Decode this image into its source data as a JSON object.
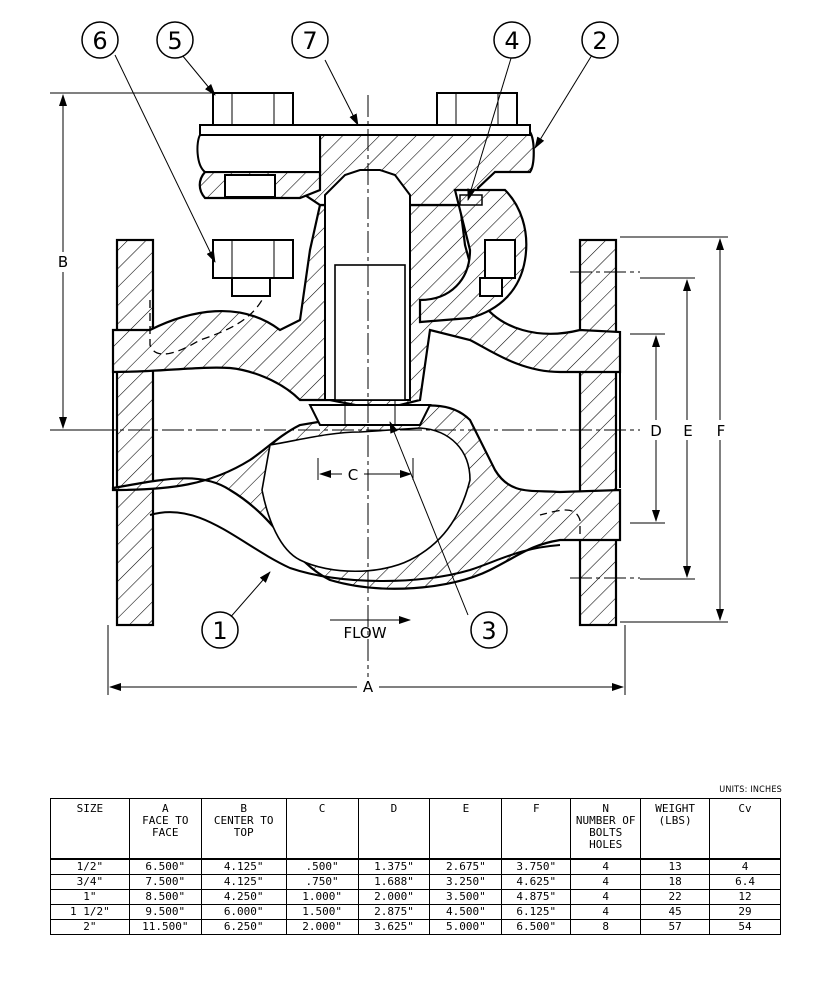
{
  "diagram": {
    "balloons": [
      {
        "id": "balloon-1",
        "label": "1"
      },
      {
        "id": "balloon-2",
        "label": "2"
      },
      {
        "id": "balloon-3",
        "label": "3"
      },
      {
        "id": "balloon-4",
        "label": "4"
      },
      {
        "id": "balloon-5",
        "label": "5"
      },
      {
        "id": "balloon-6",
        "label": "6"
      },
      {
        "id": "balloon-7",
        "label": "7"
      }
    ],
    "dimensions": {
      "A": "A",
      "B": "B",
      "C": "C",
      "D": "D",
      "E": "E",
      "F": "F"
    },
    "flow_label": "FLOW"
  },
  "table": {
    "units_note": "UNITS: INCHES",
    "headers": [
      "SIZE",
      "A\nFACE TO\nFACE",
      "B\nCENTER TO\nTOP",
      "C",
      "D",
      "E",
      "F",
      "N\nNUMBER OF\nBOLTS HOLES",
      "WEIGHT\n(LBS)",
      "Cv"
    ],
    "rows": [
      [
        "1/2\"",
        "6.500\"",
        "4.125\"",
        ".500\"",
        "1.375\"",
        "2.675\"",
        "3.750\"",
        "4",
        "13",
        "4"
      ],
      [
        "3/4\"",
        "7.500\"",
        "4.125\"",
        ".750\"",
        "1.688\"",
        "3.250\"",
        "4.625\"",
        "4",
        "18",
        "6.4"
      ],
      [
        "1\"",
        "8.500\"",
        "4.250\"",
        "1.000\"",
        "2.000\"",
        "3.500\"",
        "4.875\"",
        "4",
        "22",
        "12"
      ],
      [
        "1 1/2\"",
        "9.500\"",
        "6.000\"",
        "1.500\"",
        "2.875\"",
        "4.500\"",
        "6.125\"",
        "4",
        "45",
        "29"
      ],
      [
        "2\"",
        "11.500\"",
        "6.250\"",
        "2.000\"",
        "3.625\"",
        "5.000\"",
        "6.500\"",
        "8",
        "57",
        "54"
      ]
    ]
  }
}
